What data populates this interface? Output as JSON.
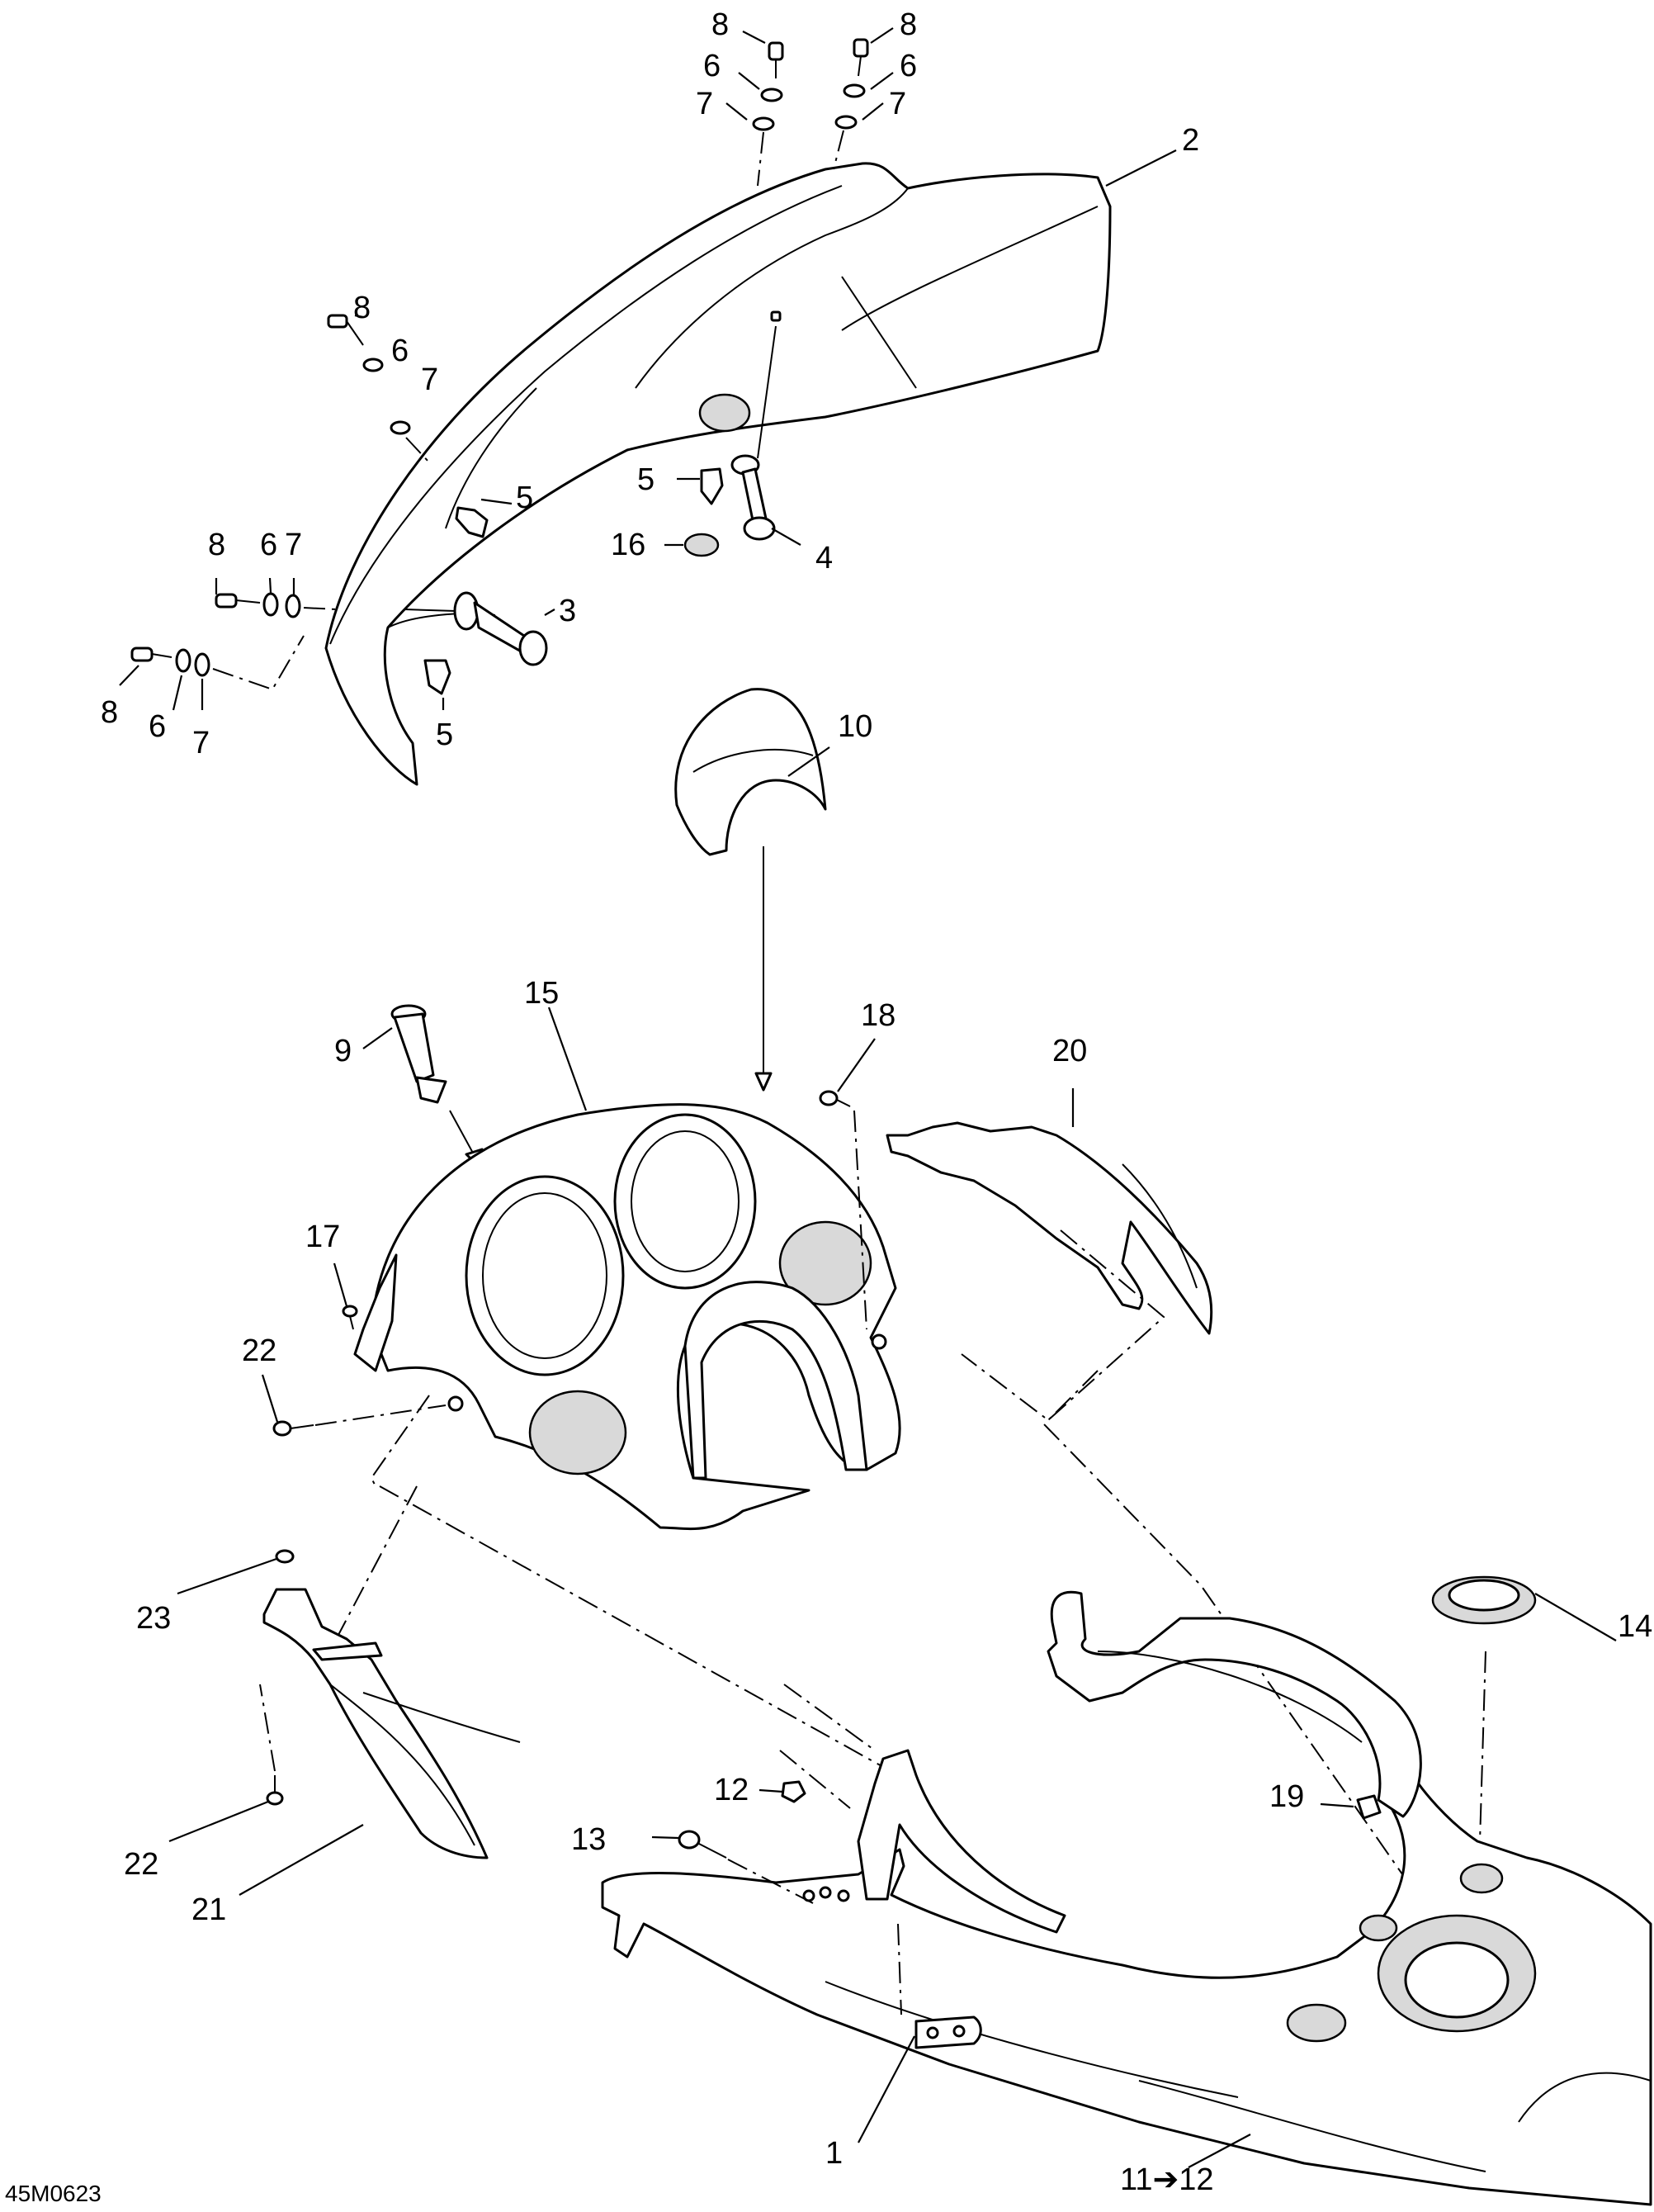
{
  "diagram": {
    "drawing_code": "45M0623",
    "callouts": {
      "c1": "1",
      "c2": "2",
      "c3": "3",
      "c4": "4",
      "c5a": "5",
      "c5b": "5",
      "c5c": "5",
      "c6a": "6",
      "c6b": "6",
      "c6c": "6",
      "c6d": "6",
      "c6e": "6",
      "c7a": "7",
      "c7b": "7",
      "c7c": "7",
      "c7d": "7",
      "c7e": "7",
      "c8a": "8",
      "c8b": "8",
      "c8c": "8",
      "c8d": "8",
      "c8e": "8",
      "c9": "9",
      "c10": "10",
      "c11": "11➔12",
      "c12": "12",
      "c13": "13",
      "c14": "14",
      "c15": "15",
      "c16": "16",
      "c17": "17",
      "c18": "18",
      "c19": "19",
      "c20": "20",
      "c21": "21",
      "c22a": "22",
      "c22b": "22",
      "c23": "23"
    }
  }
}
